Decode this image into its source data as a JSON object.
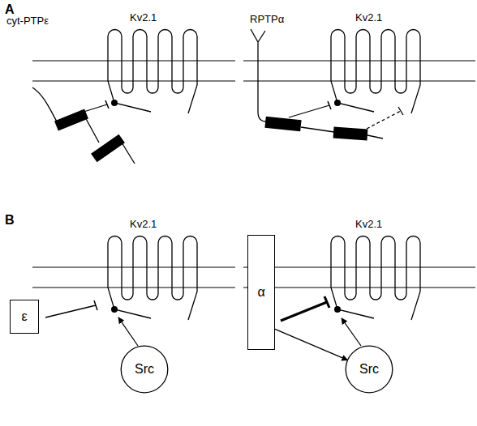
{
  "diagram": {
    "nodes": [
      {
        "text": [
          "ε"
        ]
      },
      {
        "text": [
          "Src"
        ]
      },
      {
        "text": [
          "α"
        ]
      },
      {
        "text": [
          "Src"
        ]
      }
    ],
    "edges": [
      {
        "from": 2,
        "to": 3,
        "arrow": "to"
      }
    ],
    "labels": [
      "A",
      "cyt-PTPε",
      "Kv2.1",
      "RPTPα",
      "Kv2.1",
      "B",
      "Kv2.1",
      "Kv2.1"
    ]
  }
}
